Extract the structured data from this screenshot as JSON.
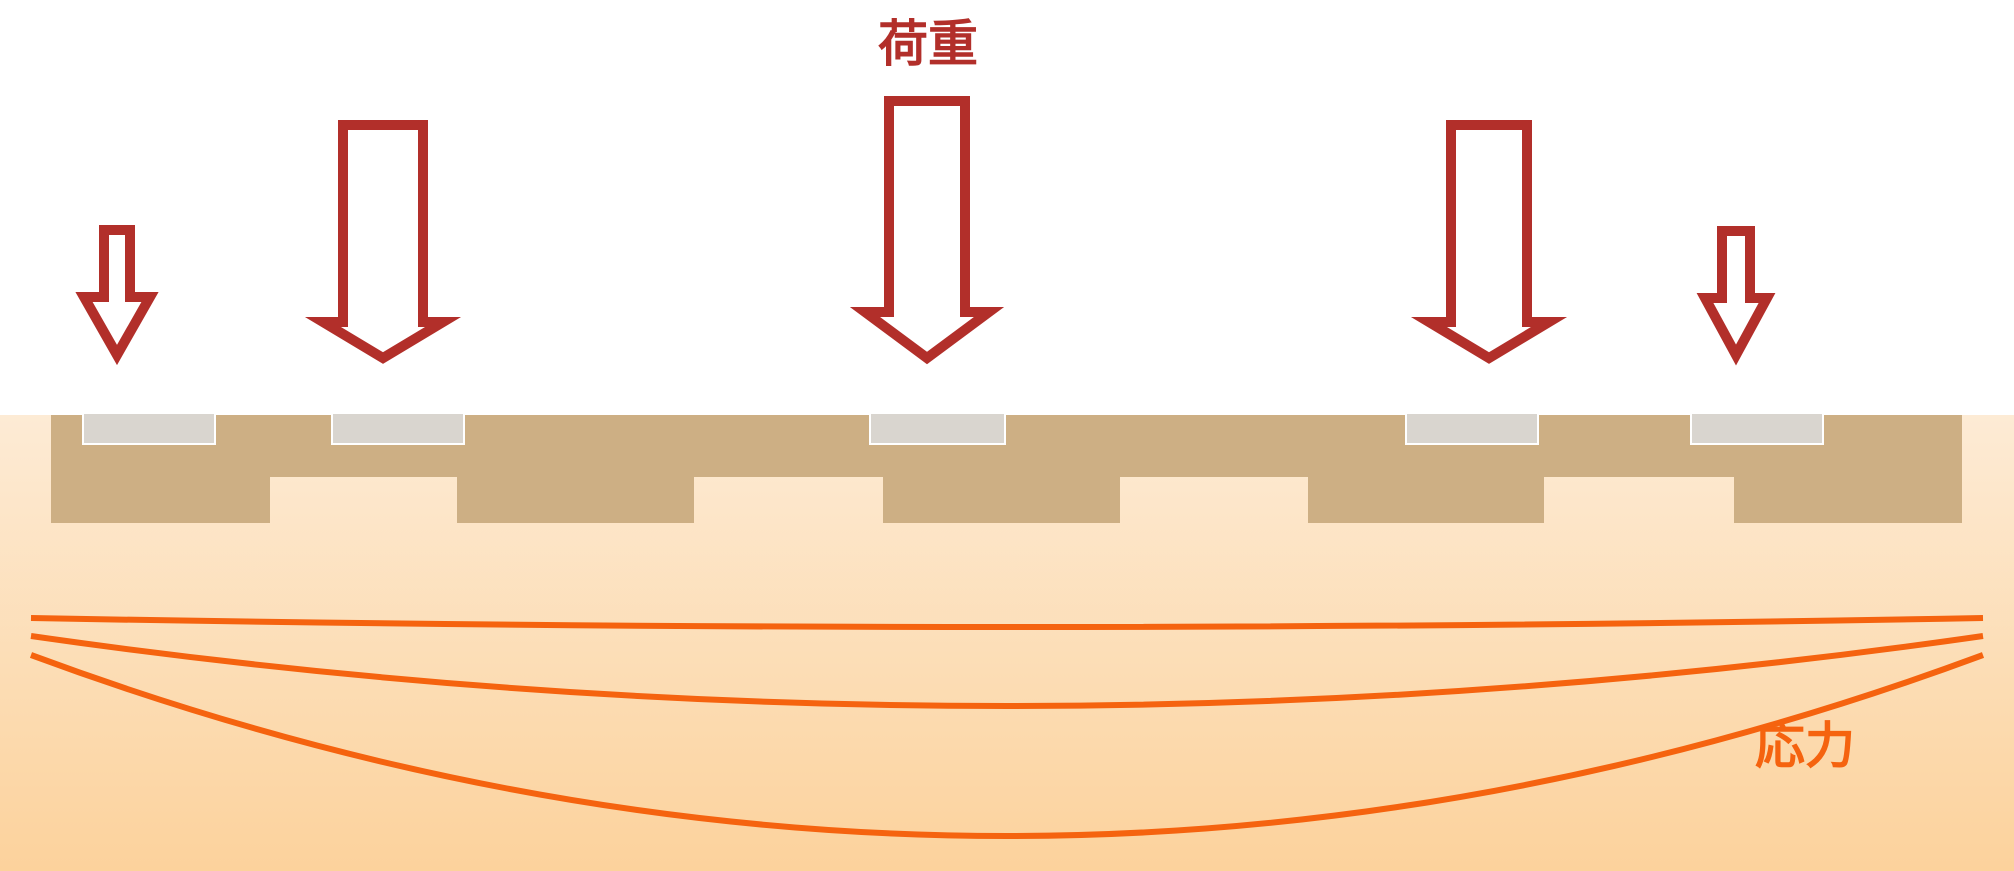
{
  "labels": {
    "load": "荷重",
    "stress": "応力"
  },
  "colors": {
    "load": "#b22f2a",
    "stress": "#f5630f",
    "beam": "#cdaf84",
    "pad": "#d9d5cf",
    "bg_top": "#fdebd5",
    "bg_bottom": "#fcd29c"
  },
  "load_arrows": [
    {
      "relative_magnitude": "small"
    },
    {
      "relative_magnitude": "large"
    },
    {
      "relative_magnitude": "largest"
    },
    {
      "relative_magnitude": "large"
    },
    {
      "relative_magnitude": "small"
    }
  ],
  "stress_curves": 3
}
